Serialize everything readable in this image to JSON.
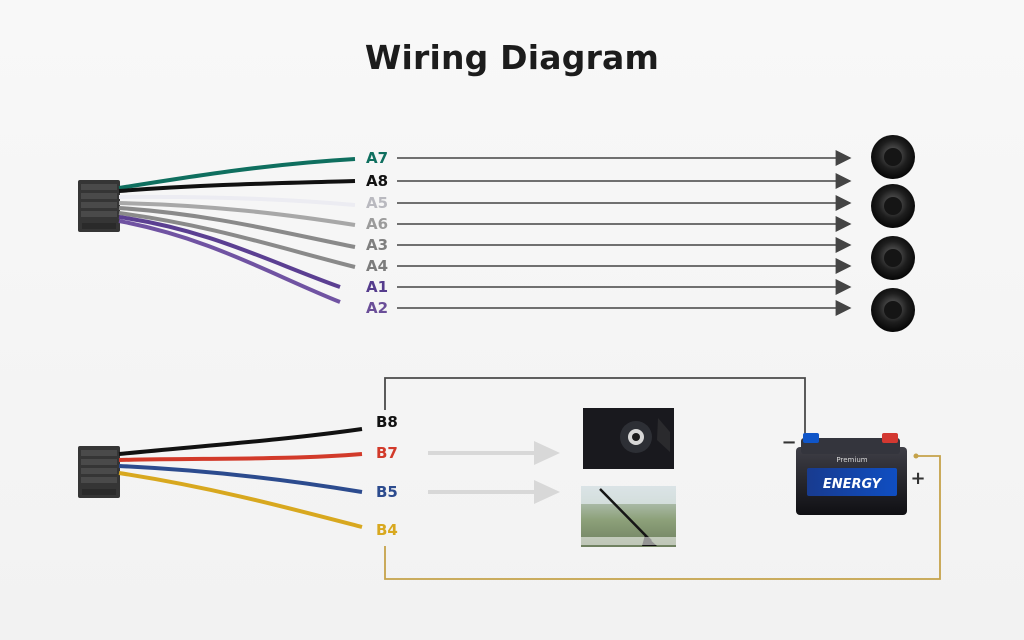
{
  "title": "Wiring Diagram",
  "speaker_wires": [
    {
      "label": "A7",
      "color": "#0f6f5f"
    },
    {
      "label": "A8",
      "color": "#111111"
    },
    {
      "label": "A5",
      "color": "#b9b9bf"
    },
    {
      "label": "A6",
      "color": "#9b9b9b"
    },
    {
      "label": "A3",
      "color": "#7f7f7f"
    },
    {
      "label": "A4",
      "color": "#7c7c7c"
    },
    {
      "label": "A1",
      "color": "#553c8d"
    },
    {
      "label": "A2",
      "color": "#6a4e98"
    }
  ],
  "power_wires": [
    {
      "label": "B8",
      "color": "#111111"
    },
    {
      "label": "B7",
      "color": "#d23a2a"
    },
    {
      "label": "B5",
      "color": "#2c4b8e"
    },
    {
      "label": "B4",
      "color": "#d8a81f"
    }
  ],
  "battery": {
    "brand": "ENERGY",
    "badge": "Premium",
    "minus": "−",
    "plus": "+"
  },
  "colors": {
    "background": "#f6f6f6",
    "connector": "#3b3b3b",
    "arrow": "#444444",
    "power_line": "#c5a24a",
    "ground_line": "#4a4a4a"
  }
}
